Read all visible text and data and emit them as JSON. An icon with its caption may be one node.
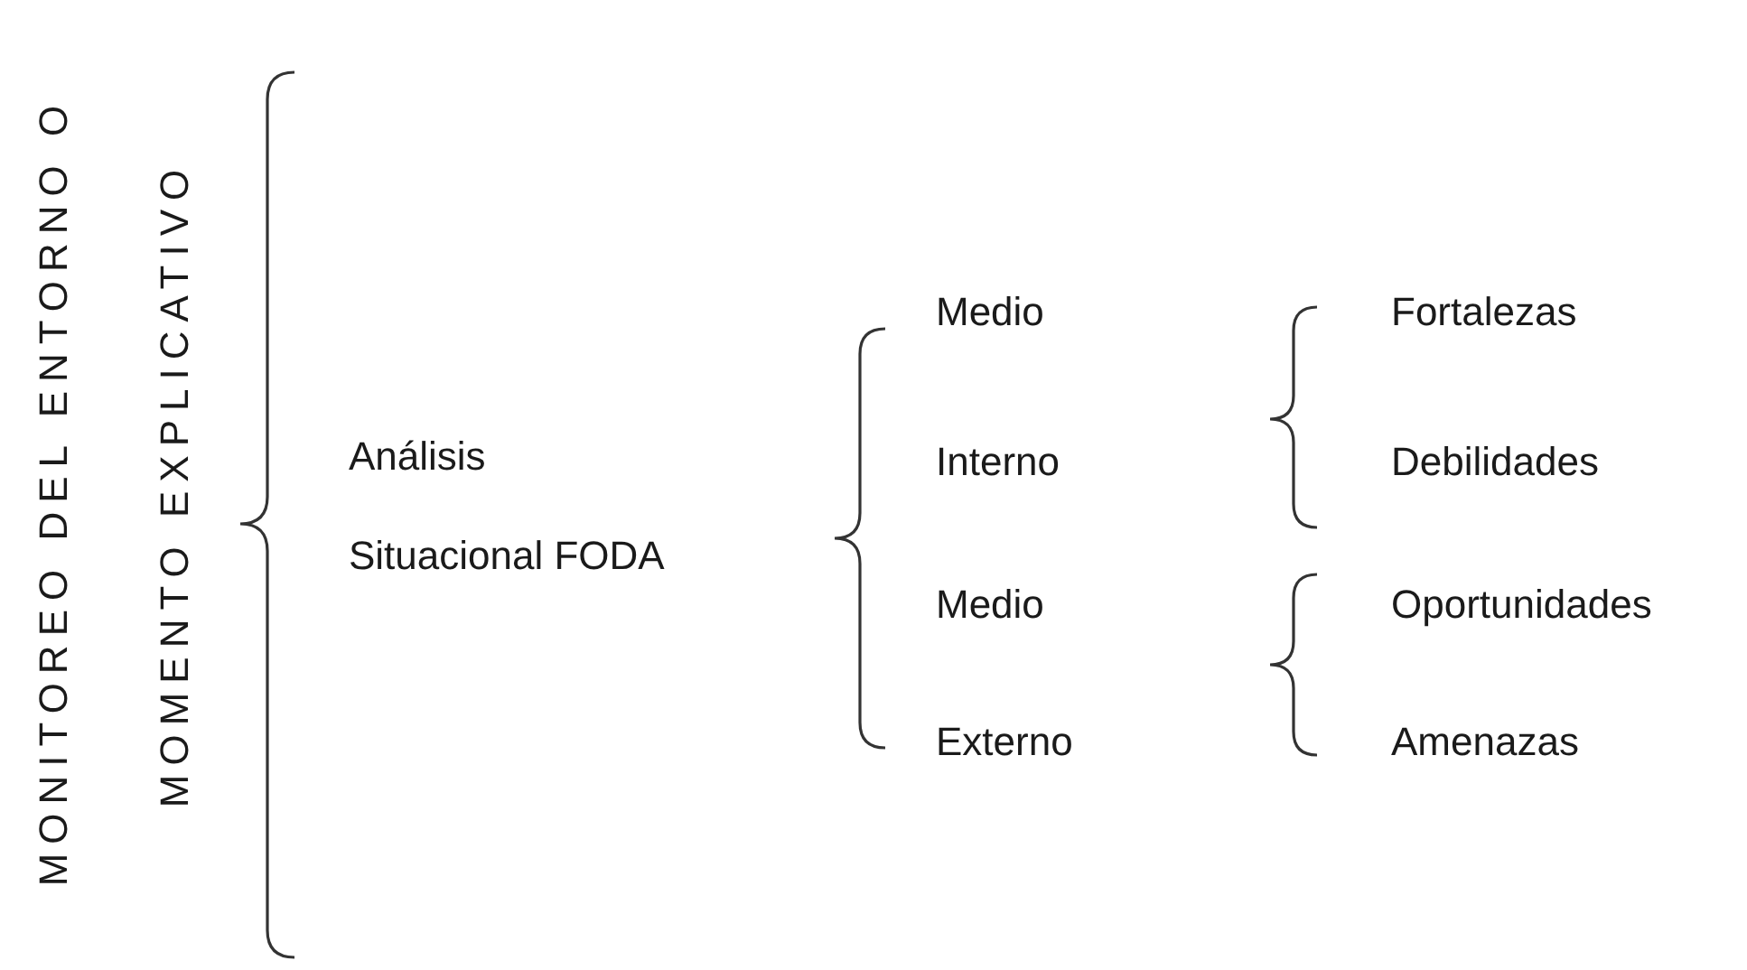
{
  "diagram": {
    "labels": [
      "MONITOREO DEL ENTORNO O",
      "MOMENTO EXPLICATIVO",
      "Análisis",
      "Situacional FODA",
      "Medio",
      "Interno",
      "Medio",
      "Externo",
      "Fortalezas",
      "Debilidades",
      "Oportunidades",
      "Amenazas"
    ]
  }
}
